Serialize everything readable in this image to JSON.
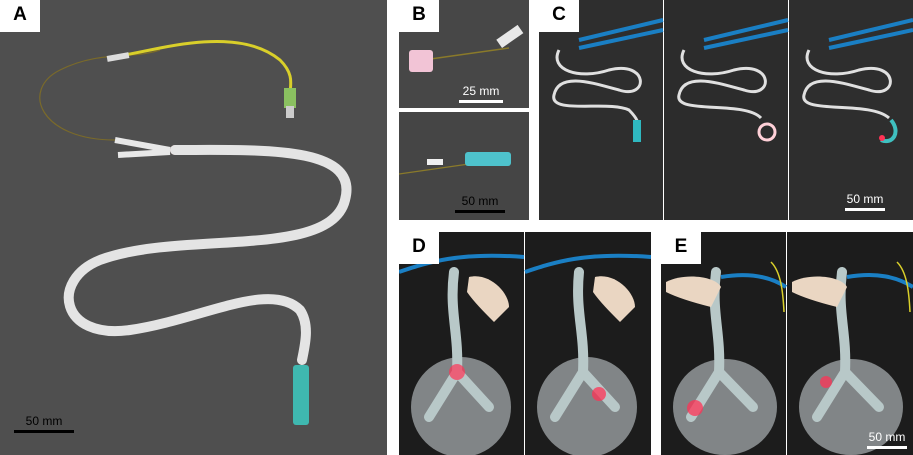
{
  "figure": {
    "panels": [
      {
        "letter": "A",
        "scale": "50 mm"
      },
      {
        "letter": "B",
        "scale_top": "25 mm",
        "scale_bottom": "50 mm"
      },
      {
        "letter": "C",
        "scale": "50 mm"
      },
      {
        "letter": "D"
      },
      {
        "letter": "E",
        "scale": "50 mm"
      }
    ]
  },
  "colors": {
    "background_dark": "#3a3a3a",
    "tube": "#e6e6e6",
    "cable_blue": "#1a7fc4",
    "tip_cyan": "#3fc0c0",
    "fiber_yellow": "#d9cf2a",
    "glow_red": "#ff3355"
  }
}
